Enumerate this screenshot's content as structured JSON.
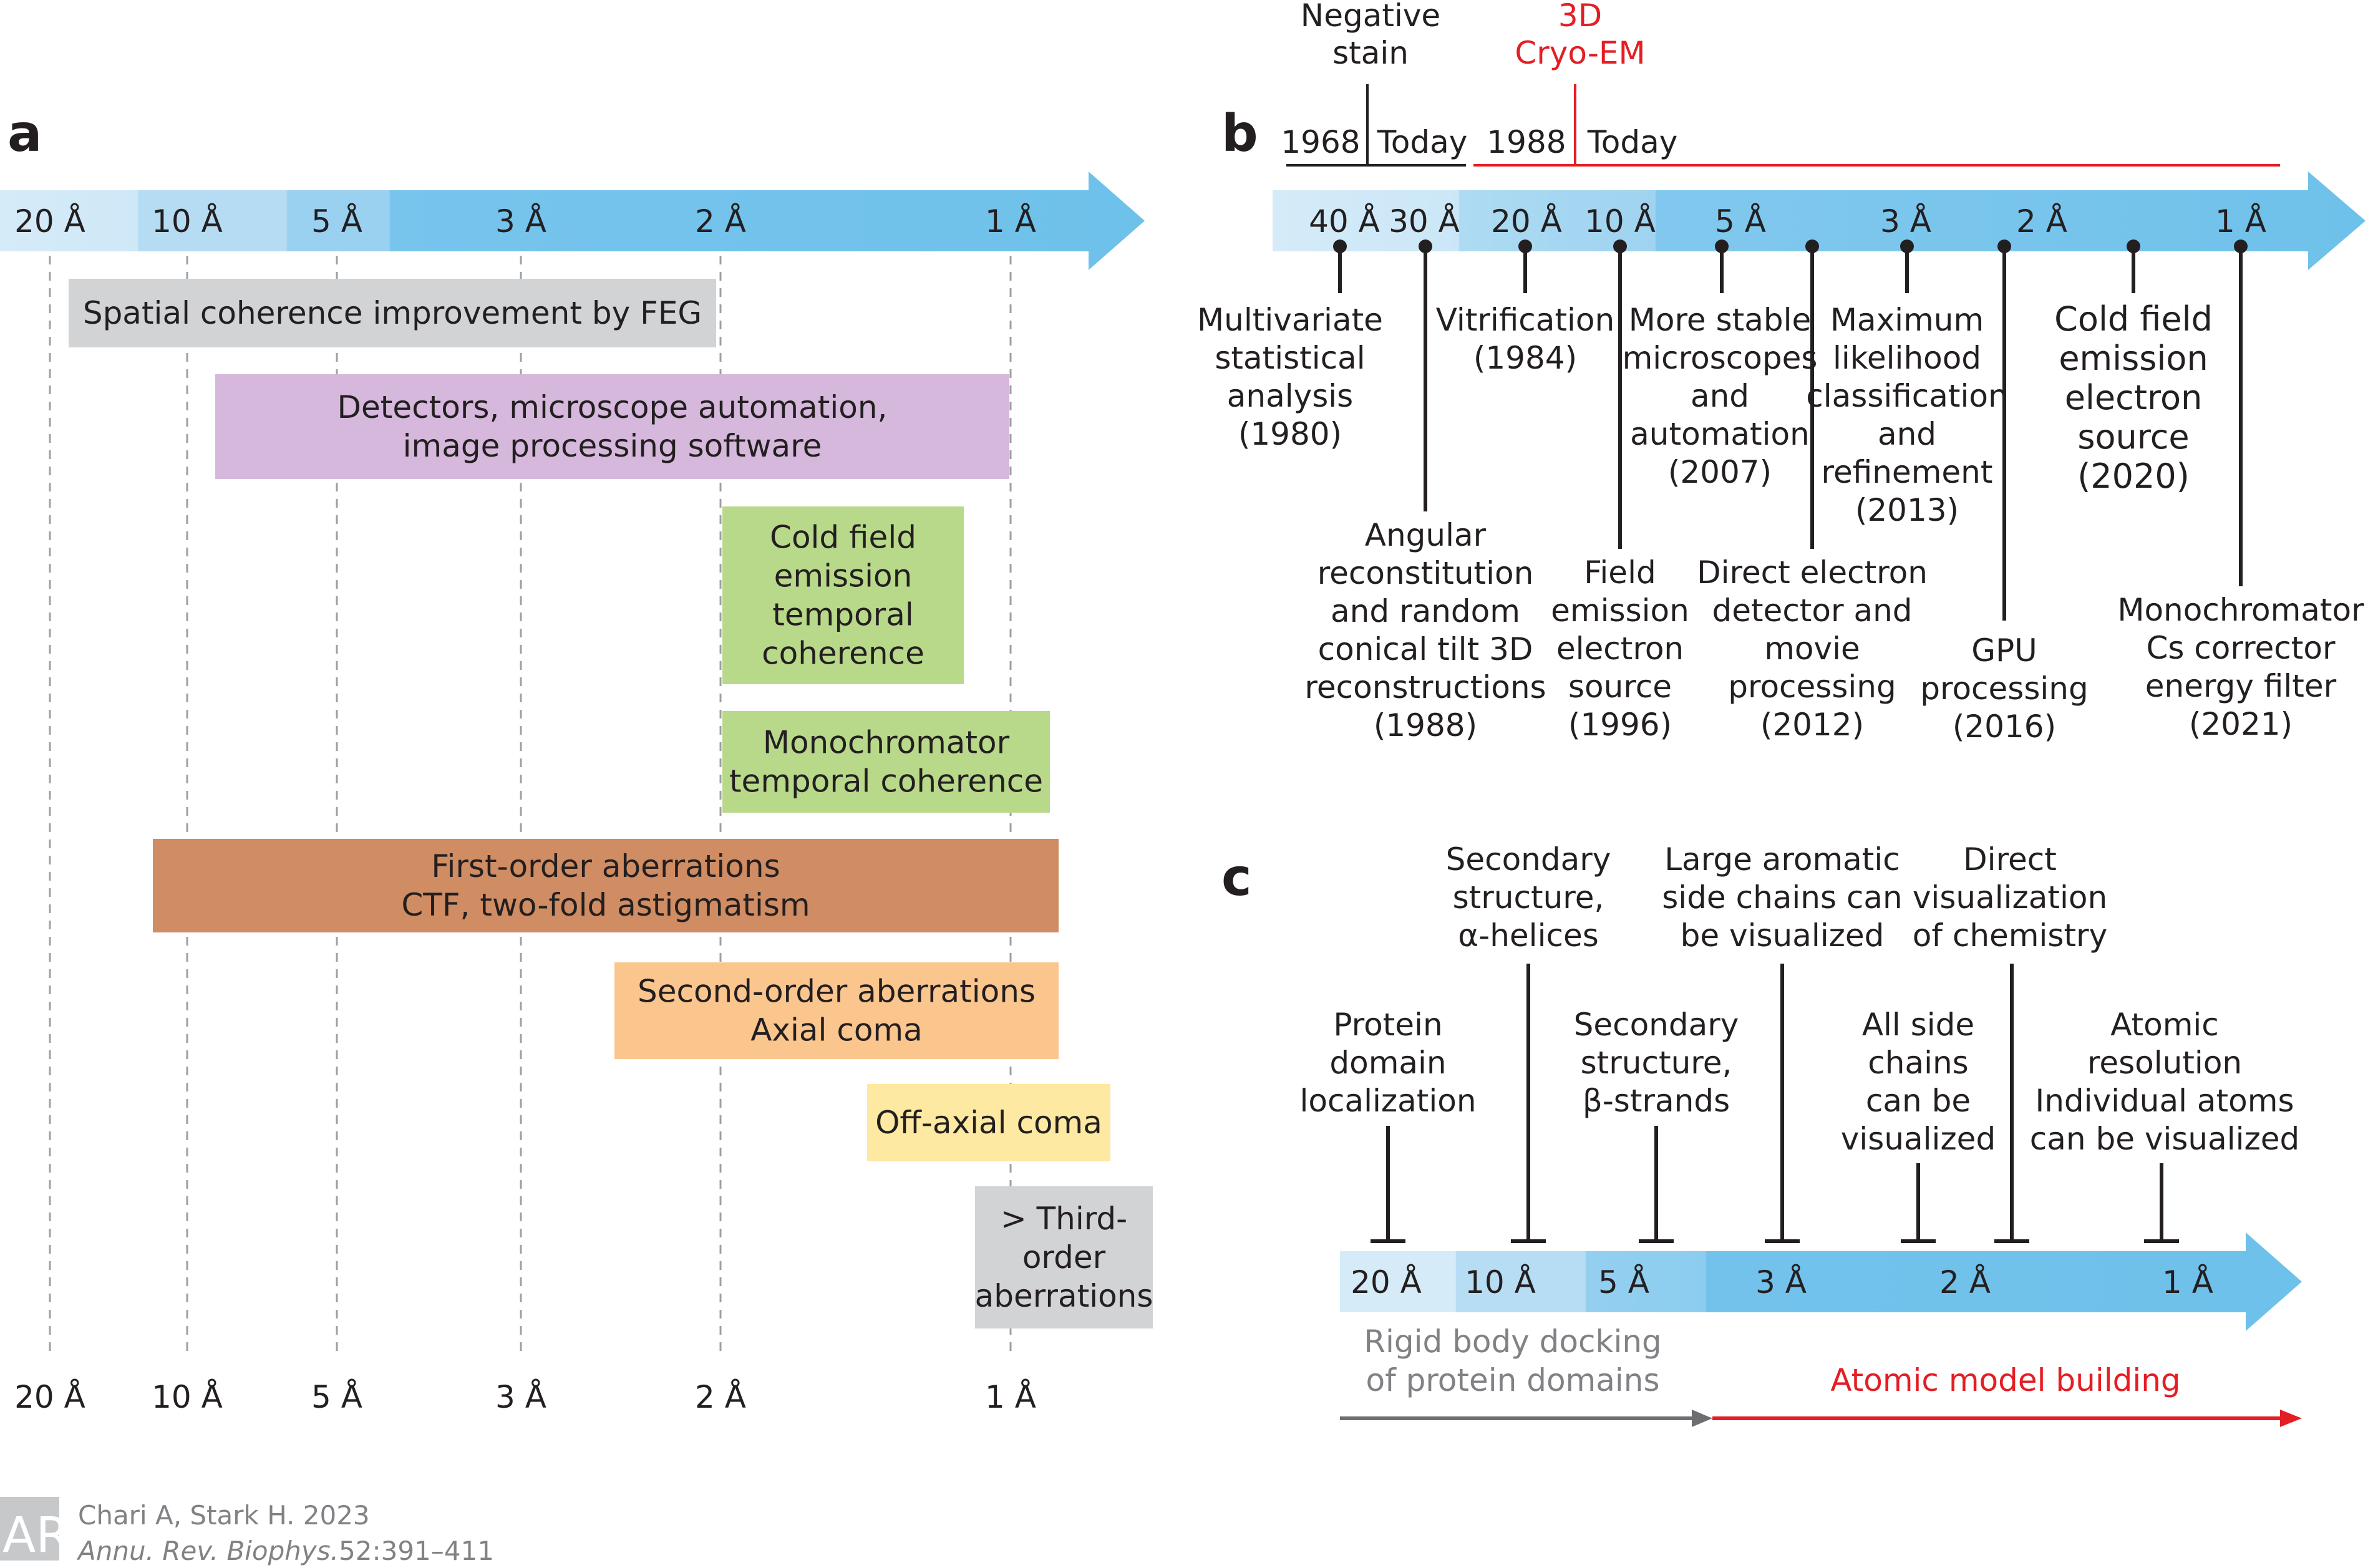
{
  "panel_a": {
    "label": "a",
    "ticks": [
      "20 Å",
      "10 Å",
      "5 Å",
      "3 Å",
      "2 Å",
      "1 Å"
    ],
    "boxes": [
      {
        "lines": [
          "Spatial coherence improvement by FEG"
        ],
        "color": "#d2d3d5"
      },
      {
        "lines": [
          "Detectors, microscope automation,",
          "image processing software"
        ],
        "color": "#d5b8dc"
      },
      {
        "lines": [
          "Cold field",
          "emission",
          "temporal",
          "coherence"
        ],
        "color": "#b9d98a"
      },
      {
        "lines": [
          "Monochromator",
          "temporal coherence"
        ],
        "color": "#b9d98a"
      },
      {
        "lines": [
          "First-order aberrations",
          "CTF, two-fold astigmatism"
        ],
        "color": "#d08c62"
      },
      {
        "lines": [
          "Second-order aberrations",
          "Axial coma"
        ],
        "color": "#fbc58e"
      },
      {
        "lines": [
          "Off-axial coma"
        ],
        "color": "#fde9a2"
      },
      {
        "lines": [
          "> Third-",
          "order",
          "aberrations"
        ],
        "color": "#d2d3d5"
      }
    ]
  },
  "panel_b": {
    "label": "b",
    "ticks": [
      "40 Å",
      "30 Å",
      "20 Å",
      "10 Å",
      "5 Å",
      "3 Å",
      "2 Å",
      "1 Å"
    ],
    "ns_lines": [
      "Negative",
      "stain"
    ],
    "ns_from": "1968",
    "ns_to": "Today",
    "cryo_lines": [
      "3D",
      "Cryo-EM"
    ],
    "cryo_from": "1988",
    "cryo_to": "Today",
    "events": [
      {
        "lines": [
          "Multivariate",
          "statistical",
          "analysis",
          "(1980)"
        ]
      },
      {
        "lines": [
          "Angular",
          "reconstitution",
          "and random",
          "conical tilt 3D",
          "reconstructions",
          "(1988)"
        ]
      },
      {
        "lines": [
          "Vitrification",
          "(1984)"
        ]
      },
      {
        "lines": [
          "Field",
          "emission",
          "electron",
          "source",
          "(1996)"
        ]
      },
      {
        "lines": [
          "More stable",
          "microscopes",
          "and",
          "automation",
          "(2007)"
        ]
      },
      {
        "lines": [
          "Direct electron",
          "detector and",
          "movie",
          "processing",
          "(2012)"
        ]
      },
      {
        "lines": [
          "Maximum",
          "likelihood",
          "classification",
          "and",
          "refinement",
          "(2013)"
        ]
      },
      {
        "lines": [
          "GPU",
          "processing",
          "(2016)"
        ]
      },
      {
        "lines": [
          "Cold field",
          "emission",
          "electron",
          "source",
          "(2020)"
        ]
      },
      {
        "lines": [
          "Monochromator",
          "Cs corrector",
          "energy filter",
          "(2021)"
        ]
      }
    ],
    "colors": {
      "red": "#e31e24"
    }
  },
  "panel_c": {
    "label": "c",
    "ticks": [
      "20 Å",
      "10 Å",
      "5 Å",
      "3 Å",
      "2 Å",
      "1 Å"
    ],
    "milestones": [
      {
        "lines": [
          "Protein",
          "domain",
          "localization"
        ]
      },
      {
        "lines": [
          "Secondary",
          "structure,",
          "α-helices"
        ]
      },
      {
        "lines": [
          "Secondary",
          "structure,",
          "β-strands"
        ]
      },
      {
        "lines": [
          "Large aromatic",
          "side chains can",
          "be visualized"
        ]
      },
      {
        "lines": [
          "All side",
          "chains",
          "can be",
          "visualized"
        ]
      },
      {
        "lines": [
          "Direct",
          "visualization",
          "of chemistry"
        ]
      },
      {
        "lines": [
          "Atomic",
          "resolution",
          "Individual atoms",
          "can be visualized"
        ]
      }
    ],
    "rigid_lines": [
      "Rigid body docking",
      "of protein domains"
    ],
    "atomic_label": "Atomic model building"
  },
  "footer": {
    "logo_text": "AR",
    "citation": "Chari A, Stark H. 2023",
    "journal": "Annu. Rev. Biophys.",
    "pages": "52:391–411"
  },
  "colors": {
    "arrow_dark": "#6ec1ea",
    "arrow_light": "#c9e6f6",
    "ink": "#231f20",
    "grey": "#808285"
  }
}
